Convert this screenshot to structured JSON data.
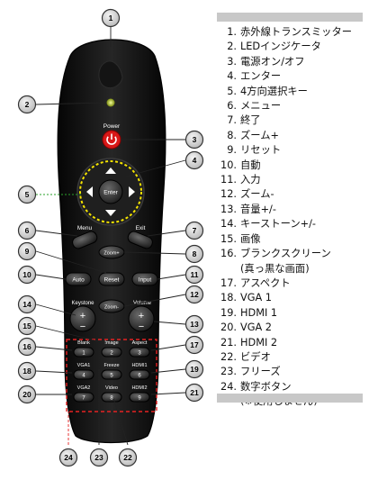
{
  "remote": {
    "power_label": "Power",
    "enter_label": "Enter",
    "menu_label": "Menu",
    "exit_label": "Exit",
    "zoom_plus_label": "Zoom+",
    "auto_label": "Auto",
    "reset_label": "Reset",
    "input_label": "Input",
    "zoom_minus_label": "Zoom-",
    "keystone_label": "Keystone",
    "volume_label": "Volume",
    "plus_glyph": "+",
    "minus_glyph": "−",
    "grid_keys": [
      {
        "label": "Blank",
        "digit": "1",
        "callout": "16"
      },
      {
        "label": "Image",
        "digit": "2",
        "callout": ""
      },
      {
        "label": "Aspect",
        "digit": "3",
        "callout": "17"
      },
      {
        "label": "VGA1",
        "digit": "4",
        "callout": "18"
      },
      {
        "label": "Freeze",
        "digit": "5",
        "callout": "23"
      },
      {
        "label": "HDMI1",
        "digit": "6",
        "callout": "19"
      },
      {
        "label": "VGA2",
        "digit": "7",
        "callout": "20"
      },
      {
        "label": "Video",
        "digit": "8",
        "callout": "22"
      },
      {
        "label": "HDMI2",
        "digit": "9",
        "callout": "21"
      }
    ],
    "callouts": [
      "1",
      "2",
      "3",
      "4",
      "5",
      "6",
      "7",
      "8",
      "9",
      "10",
      "11",
      "12",
      "13",
      "14",
      "15",
      "16",
      "17",
      "18",
      "19",
      "20",
      "21",
      "22",
      "23",
      "24"
    ]
  },
  "legend": [
    {
      "num": "1.",
      "text": "赤外線トランスミッター"
    },
    {
      "num": "2.",
      "text": "LEDインジケータ"
    },
    {
      "num": "3.",
      "text": "電源オン/オフ"
    },
    {
      "num": "4.",
      "text": "エンター"
    },
    {
      "num": "5.",
      "text": "4方向選択キー"
    },
    {
      "num": "6.",
      "text": "メニュー"
    },
    {
      "num": "7.",
      "text": "終了"
    },
    {
      "num": "8.",
      "text": "ズーム+"
    },
    {
      "num": "9.",
      "text": "リセット"
    },
    {
      "num": "10.",
      "text": "自動"
    },
    {
      "num": "11.",
      "text": "入力"
    },
    {
      "num": "12.",
      "text": "ズーム-"
    },
    {
      "num": "13.",
      "text": "音量+/-"
    },
    {
      "num": "14.",
      "text": "キーストーン+/-"
    },
    {
      "num": "15.",
      "text": "画像"
    },
    {
      "num": "16.",
      "text": "ブランクスクリーン"
    },
    {
      "num": "",
      "text": "(真っ黒な画面)"
    },
    {
      "num": "17.",
      "text": "アスペクト"
    },
    {
      "num": "18.",
      "text": "VGA 1"
    },
    {
      "num": "19.",
      "text": "HDMI 1"
    },
    {
      "num": "20.",
      "text": "VGA 2"
    },
    {
      "num": "21.",
      "text": "HDMI 2"
    },
    {
      "num": "22.",
      "text": "ビデオ"
    },
    {
      "num": "23.",
      "text": "フリーズ"
    },
    {
      "num": "24.",
      "text": "数字ボタン"
    },
    {
      "num": "",
      "text": "(※使用しません)"
    }
  ]
}
